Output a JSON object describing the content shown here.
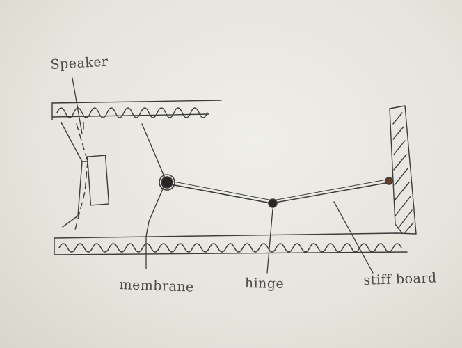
{
  "diagram": {
    "labels": {
      "speaker": "Speaker",
      "membrane": "membrane",
      "hinge": "hinge",
      "stiff_board": "stiff board"
    }
  }
}
